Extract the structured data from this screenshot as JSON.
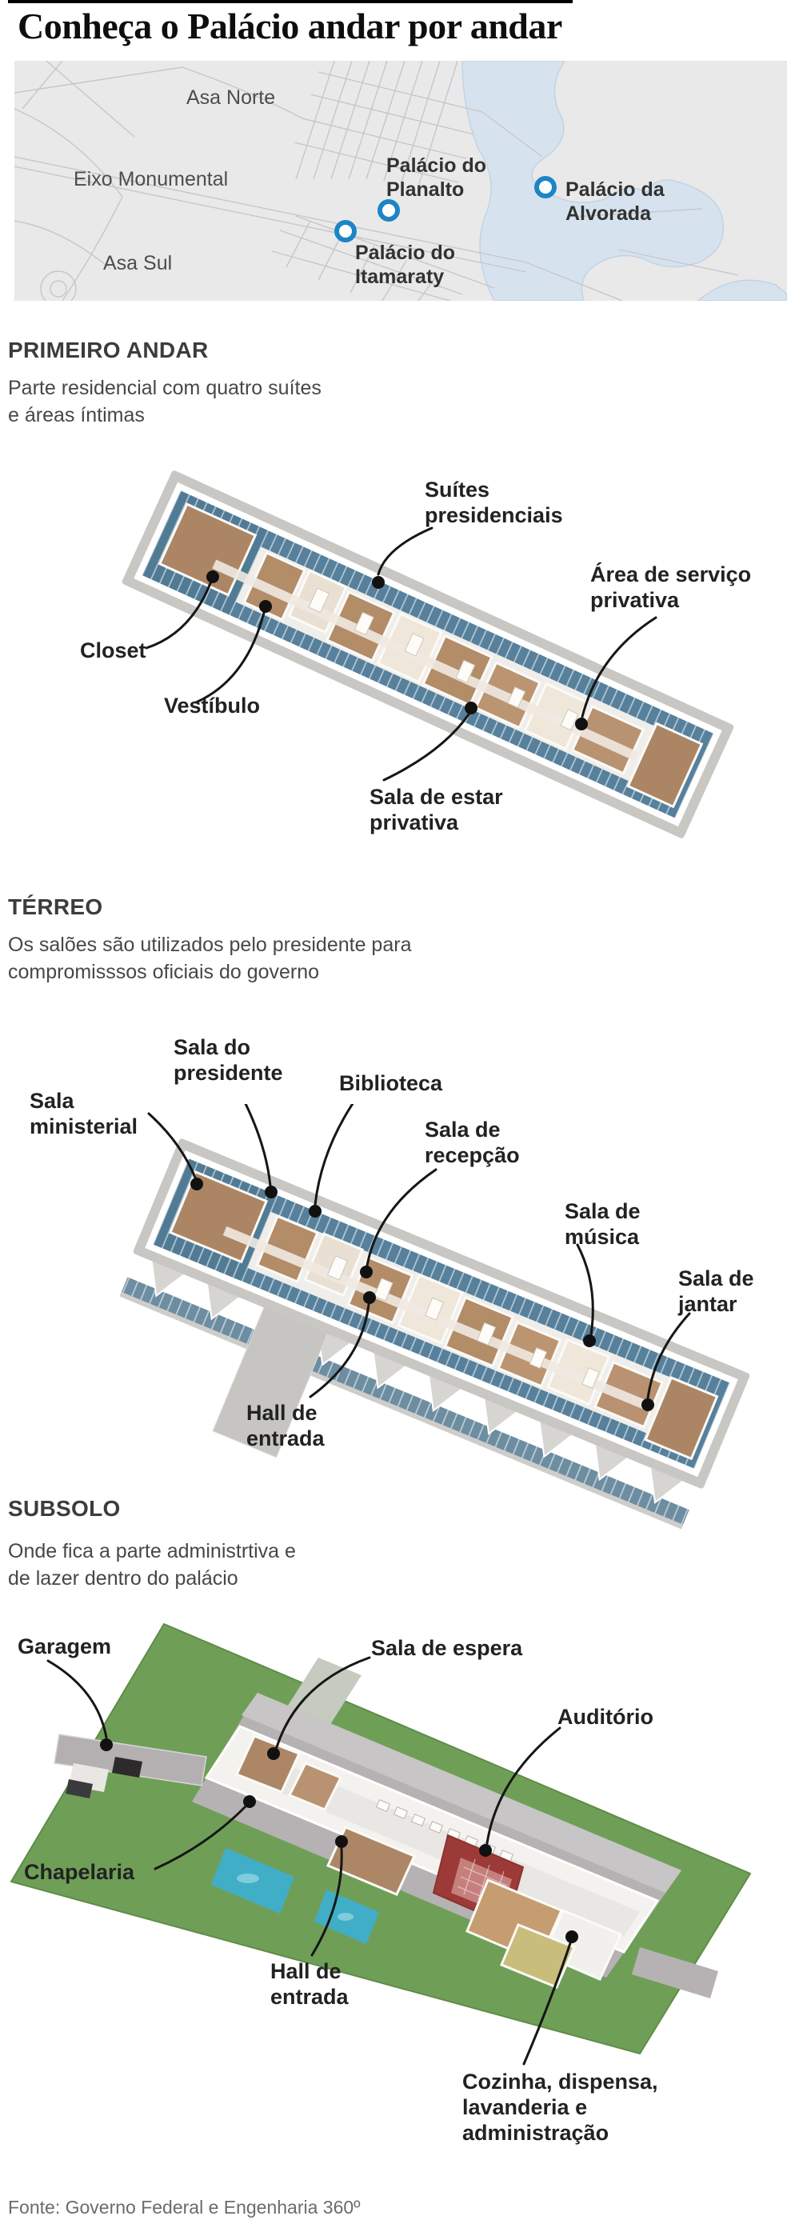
{
  "title": "Conheça o Palácio andar por andar",
  "source_note": "Fonte: Governo Federal e Engenharia 360º",
  "map": {
    "regions": {
      "asa_norte": "Asa Norte",
      "eixo_monumental": "Eixo Monumental",
      "asa_sul": "Asa Sul"
    },
    "places": {
      "planalto": "Palácio do\nPlanalto",
      "alvorada": "Palácio da\nAlvorada",
      "itamaraty": "Palácio do\nItamaraty"
    }
  },
  "floors": {
    "first": {
      "heading": "PRIMEIRO ANDAR",
      "description": "Parte residencial com quatro suítes\ne áreas íntimas",
      "labels": {
        "suites": "Suítes\npresidenciais",
        "service_area": "Área de serviço\nprivativa",
        "closet": "Closet",
        "vestibule": "Vestíbulo",
        "living_room": "Sala de estar\nprivativa"
      }
    },
    "ground": {
      "heading": "TÉRREO",
      "description": "Os salões são utilizados pelo presidente para\ncompromisssos oficiais do governo",
      "labels": {
        "ministerial": "Sala\nministerial",
        "president": "Sala do\npresidente",
        "library": "Biblioteca",
        "reception": "Sala de\nrecepção",
        "music": "Sala de\nmúsica",
        "dining": "Sala de\njantar",
        "hall": "Hall de\nentrada"
      }
    },
    "basement": {
      "heading": "SUBSOLO",
      "description": "Onde fica a parte administrtiva e\nde lazer dentro do palácio",
      "labels": {
        "garage": "Garagem",
        "waiting": "Sala de espera",
        "auditorium": "Auditório",
        "cloakroom": "Chapelaria",
        "hall": "Hall de\nentrada",
        "kitchen": "Cozinha, dispensa,\nlavanderia e\nadministração"
      }
    }
  },
  "colors": {
    "marker_ring": "#1d85c6",
    "map_land": "#e9e9ea",
    "map_water": "#d6e3ee",
    "map_road": "#c7c7cb",
    "building_glass_teal": "#56809b",
    "room_floor_tan": "#ac8664",
    "slab_gray": "#c8c7c4",
    "lawn_green": "#6f9f57",
    "pool_cyan": "#41aec8",
    "auditorium_red": "#9c3a38"
  }
}
